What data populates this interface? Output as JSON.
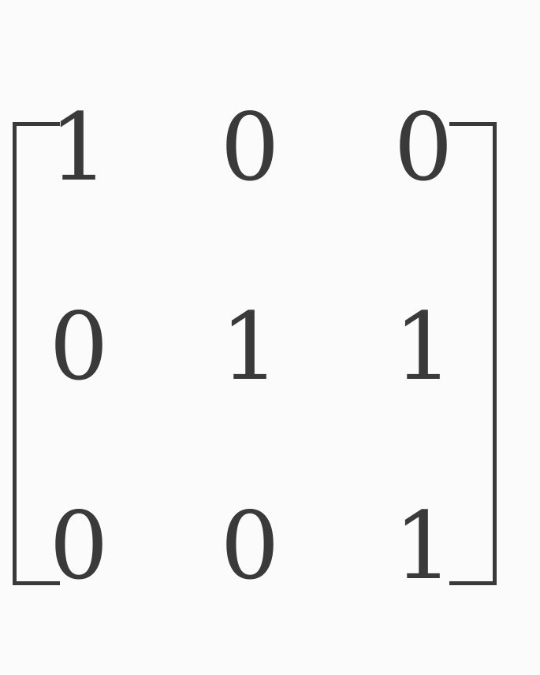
{
  "matrix": {
    "rows": [
      [
        "1",
        "0",
        "0"
      ],
      [
        "0",
        "1",
        "1"
      ],
      [
        "0",
        "0",
        "1"
      ]
    ]
  }
}
